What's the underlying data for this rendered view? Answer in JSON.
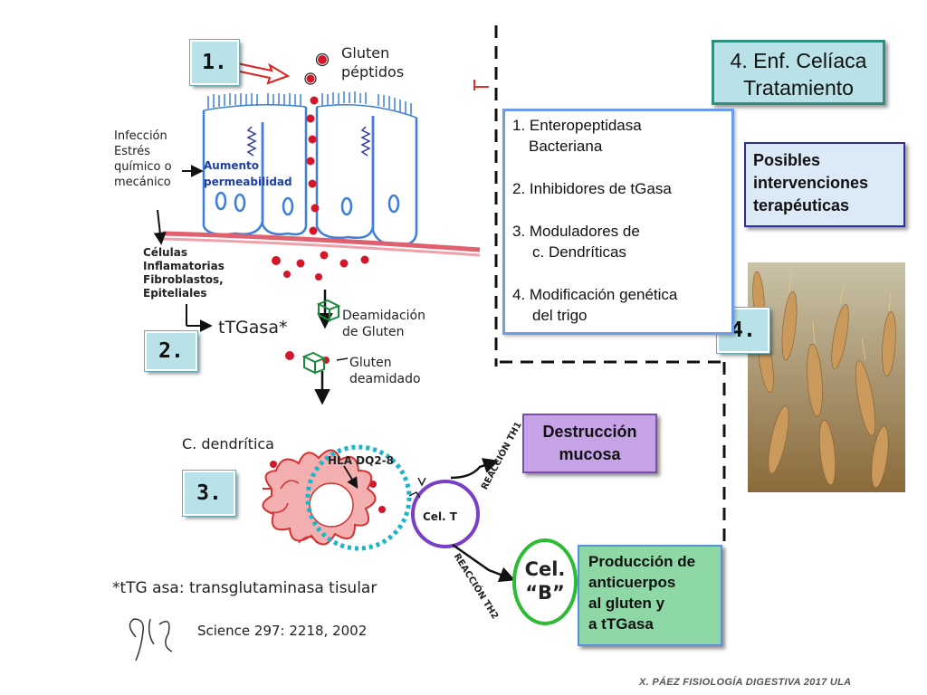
{
  "title": {
    "line1": "4. Enf. Celíaca",
    "line2": "Tratamiento"
  },
  "steps": {
    "s1": "1.",
    "s2": "2.",
    "s3": "3.",
    "s4": "4."
  },
  "interventions_box": {
    "line1": "Posibles",
    "line2": "intervenciones",
    "line3": "terapéuticas"
  },
  "therapies": {
    "t1a": "1. Enteropeptidasa",
    "t1b": "Bacteriana",
    "t2": "2. Inhibidores de tGasa",
    "t3a": "3. Moduladores de",
    "t3b": "c. Dendríticas",
    "t4a": "4. Modificación genética",
    "t4b": "del trigo"
  },
  "diagram_labels": {
    "gluten_a": "Gluten",
    "gluten_b": "péptidos",
    "infeccion": "Infección",
    "estres": "Estrés",
    "quimico": "químico o",
    "mecanico": "mecánico",
    "aumento": "Aumento",
    "permeabilidad": "permeabilidad",
    "celulas": "Células",
    "inflamatorias": "Inflamatorias",
    "fibroblastos": "Fibroblastos,",
    "epiteliales": "Epiteliales",
    "ttgasa": "tTGasa*",
    "deamidacion_a": "Deamidación",
    "deamidacion_b": "de Gluten",
    "gluten_deam_a": "Gluten",
    "gluten_deam_b": "deamidado",
    "c_dendritica": "C. dendrítica",
    "hla": "HLA DQ2-8",
    "cel_t": "Cel. T",
    "reaccion_th1": "REACCIÓN TH1",
    "reaccion_th2": "REACCIÓN TH2",
    "cel_b_a": "Cel.",
    "cel_b_b": "“B”"
  },
  "destruction_box": {
    "line1": "Destrucción",
    "line2": "mucosa"
  },
  "production_box": {
    "line1": "Producción de",
    "line2": "anticuerpos",
    "line3": "al gluten y",
    "line4": "a tTGasa"
  },
  "footnote": "*tTG asa: transglutaminasa tisular",
  "citation": "Science 297: 2218, 2002",
  "footer": "X. PÁEZ   FISIOLOGÍA DIGESTIVA 2017 ULA",
  "colors": {
    "box_teal": "#b8e2e8",
    "list_border": "#6d9ce8",
    "purple_box": "#c6a3e6",
    "green_box": "#8ed8a6",
    "peptide_red": "#d3162a"
  }
}
